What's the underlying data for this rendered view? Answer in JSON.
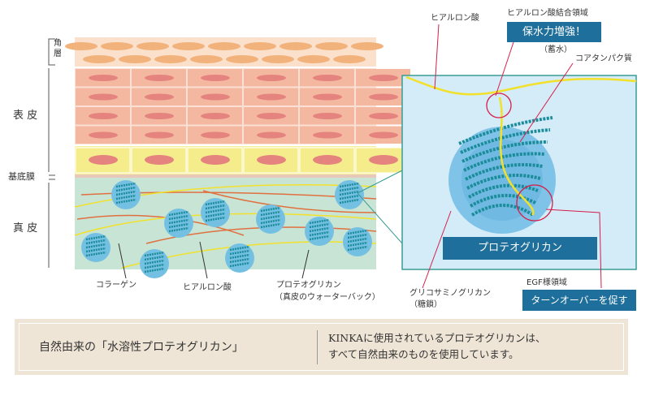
{
  "left_labels": {
    "stratum_corneum": "角層",
    "epidermis": "表 皮",
    "basement_membrane": "基底膜",
    "dermis": "真 皮"
  },
  "skin_labels": {
    "collagen": "コラーゲン",
    "hyaluronic_acid": "ヒアルロン酸",
    "proteoglycan": "プロテオグリカン",
    "proteoglycan_sub": "（真皮のウォーターバック）"
  },
  "detail": {
    "hyaluronic_acid": "ヒアルロン酸",
    "binding_region": "ヒアルロン酸結合領域",
    "water_retention": "保水力増強！",
    "water_storage": "（蓄水）",
    "core_protein": "コアタンパク質",
    "proteoglycan_box": "プロテオグリカン",
    "gag": "グリコサミノグリカン",
    "gag_sub": "（糖鎖）",
    "egf": "EGF様領域",
    "turnover": "ターンオーバーを促す"
  },
  "bottom": {
    "title": "自然由来の「水溶性プロテオグリカン」",
    "desc_line1": "KINKAに使用されているプロテオグリカンは、",
    "desc_line2": "すべて自然由来のものを使用しています。"
  },
  "colors": {
    "accent": "#1e6f9b",
    "dermis": "#c8e4d4",
    "panel": "#d4ebf8",
    "beige": "#efe5d6"
  }
}
